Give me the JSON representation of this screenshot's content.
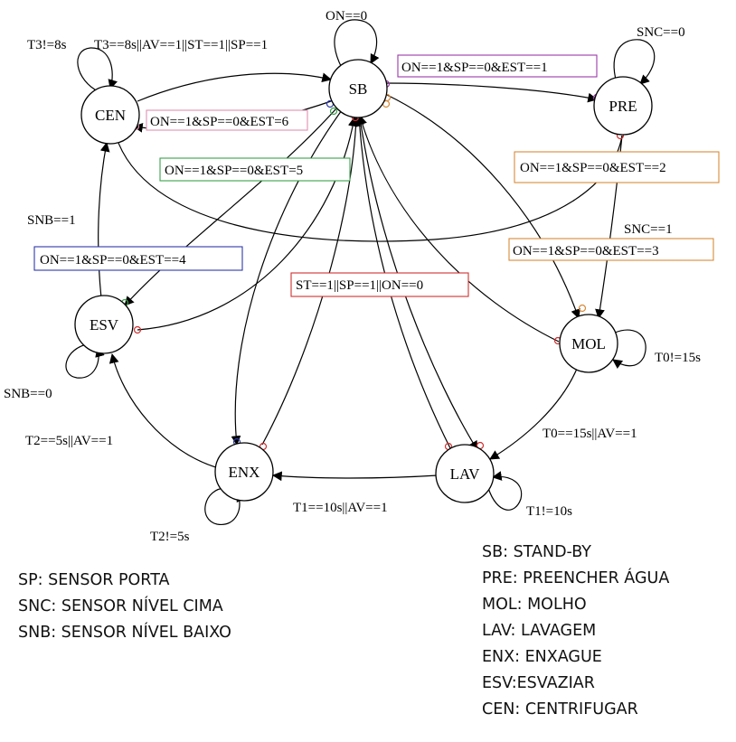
{
  "states": [
    {
      "id": "SB",
      "label": "SB"
    },
    {
      "id": "PRE",
      "label": "PRE"
    },
    {
      "id": "MOL",
      "label": "MOL"
    },
    {
      "id": "LAV",
      "label": "LAV"
    },
    {
      "id": "ENX",
      "label": "ENX"
    },
    {
      "id": "ESV",
      "label": "ESV"
    },
    {
      "id": "CEN",
      "label": "CEN"
    }
  ],
  "transitions": {
    "sb_self": "ON==0",
    "cen_self": "T3!=8s",
    "cen_to_sb": "T3==8s||AV==1||ST==1||SP==1",
    "pre_self": "SNC==0",
    "sb_to_pre": "ON==1&SP==0&EST==1",
    "sb_to_cen": "ON==1&SP==0&EST=6",
    "sb_to_enx": "ON==1&SP==0&EST=5",
    "sb_to_pre_est2": "ON==1&SP==0&EST==2",
    "snb_1": "SNB==1",
    "pre_to_mol": "SNC==1",
    "sb_to_mol": "ON==1&SP==0&EST==3",
    "sb_to_esv": "ON==1&SP==0&EST==4",
    "return_sb": "ST==1||SP==1||ON==0",
    "mol_self": "T0!=15s",
    "esv_self": "SNB==0",
    "mol_to_lav": "T0==15s||AV==1",
    "enx_to_esv": "T2==5s||AV==1",
    "lav_to_enx": "T1==10s||AV==1",
    "lav_self": "T1!=10s",
    "enx_self": "T2!=5s"
  },
  "colors": {
    "purple": "#9b39a8",
    "pink": "#e090b0",
    "green": "#3aa24a",
    "orange": "#d98a3a",
    "blue": "#2f3aa8",
    "red": "#d03030"
  },
  "legend_left": [
    "SP: SENSOR PORTA",
    "SNC: SENSOR NÍVEL CIMA",
    "SNB: SENSOR NÍVEL BAIXO"
  ],
  "legend_right": [
    "SB: STAND-BY",
    "PRE: PREENCHER ÁGUA",
    "MOL: MOLHO",
    "LAV: LAVAGEM",
    "ENX: ENXAGUE",
    "ESV:ESVAZIAR",
    "CEN: CENTRIFUGAR"
  ]
}
